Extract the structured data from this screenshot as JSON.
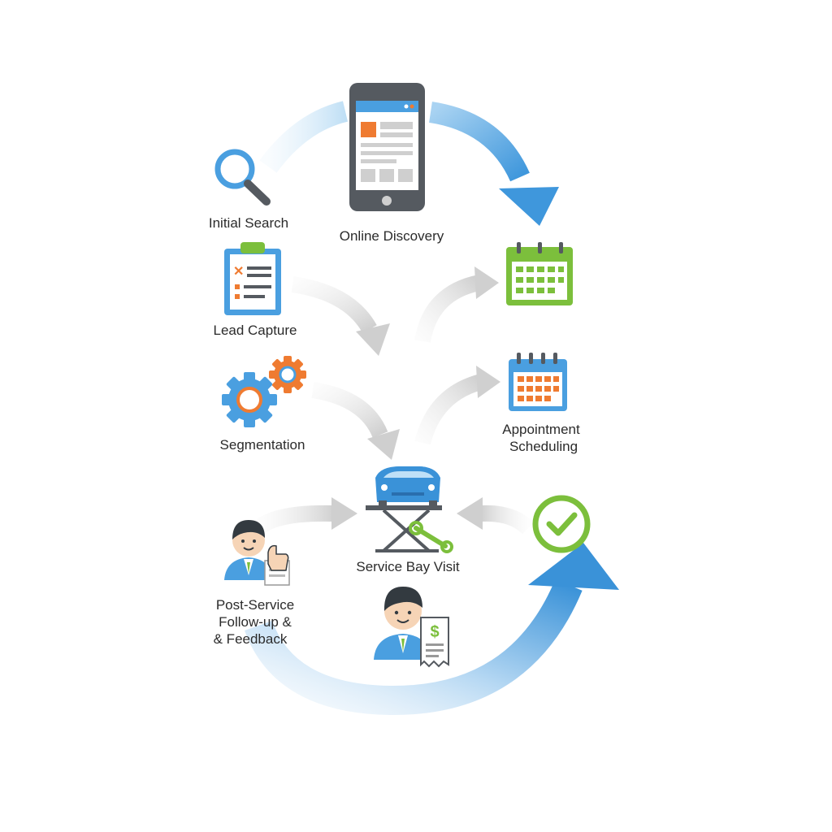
{
  "stages": {
    "initial_search": {
      "label": "Initial Search",
      "icon": "magnifier-icon"
    },
    "online_discovery": {
      "label": "Online Discovery",
      "icon": "smartphone-icon"
    },
    "lead_capture": {
      "label": "Lead Capture",
      "icon": "clipboard-checklist-icon"
    },
    "segmentation": {
      "label": "Segmentation",
      "icon": "gears-icon"
    },
    "calendar_top": {
      "icon": "green-calendar-icon"
    },
    "appointment_scheduling": {
      "label_line1": "Appointment",
      "label_line2": "Scheduling",
      "icon": "orange-calendar-icon"
    },
    "service_bay_visit": {
      "label": "Service Bay Visit",
      "icon": "car-on-lift-icon"
    },
    "post_service": {
      "label_line1": "Post-Service",
      "label_line2": "Follow-up &",
      "label_line3": "& Feedback",
      "icon": "person-thumbs-up-icon"
    },
    "billing": {
      "icon": "person-invoice-icon",
      "currency_symbol": "$"
    },
    "completion": {
      "icon": "checkmark-circle-icon"
    }
  },
  "colors": {
    "blue": "#4a9fe0",
    "light_blue": "#cfe6f8",
    "green": "#7cbf3c",
    "orange": "#ef7b31",
    "grey_arrow": "#d5d5d5",
    "dark_grey": "#555a60",
    "label_text": "#2b2b2b"
  }
}
